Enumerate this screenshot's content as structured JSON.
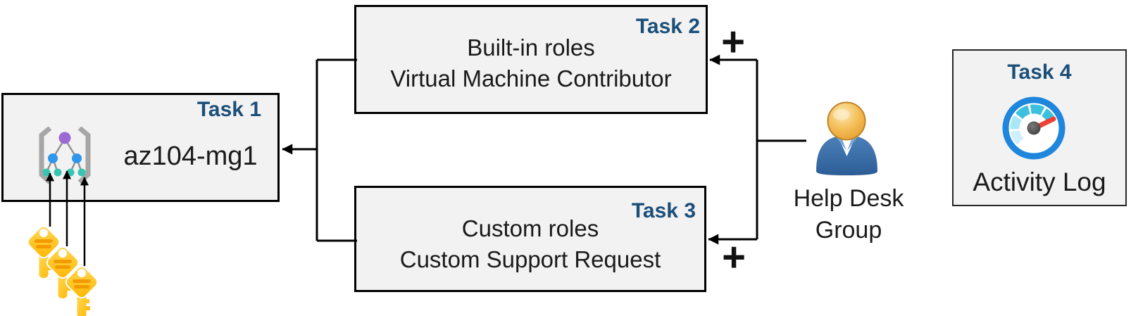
{
  "tasks": {
    "task1": {
      "badge": "Task 1",
      "title": "az104-mg1",
      "icon": "management-group-icon"
    },
    "task2": {
      "badge": "Task 2",
      "line1": "Built-in roles",
      "line2": "Virtual Machine Contributor"
    },
    "task3": {
      "badge": "Task 3",
      "line1": "Custom roles",
      "line2": "Custom Support Request"
    },
    "task4": {
      "badge": "Task 4",
      "caption": "Activity Log",
      "icon": "gauge-icon"
    }
  },
  "actor": {
    "line1": "Help Desk",
    "line2": "Group",
    "icon": "person-icon"
  },
  "annotations": {
    "plus": "+"
  },
  "icons": [
    "management-group-icon",
    "keys-icon",
    "person-icon",
    "gauge-icon",
    "plus-icon",
    "arrowhead-icon"
  ],
  "colors": {
    "task-badge": "#1B4E79",
    "box-fill": "#F2F2F2",
    "box-border": "#000000",
    "text": "#1A1A1A",
    "plus": "#111111",
    "connector": "#000000",
    "key-gold": "#FFC61E",
    "key-stripe": "#F29B00",
    "person-body": "#3A6EA5",
    "person-head": "#EAA93C",
    "gauge-ring": "#1E86DC",
    "gauge-arc-strong": "#3CC0DE",
    "gauge-arc-light": "#A8E6F8",
    "gauge-arc-lightest": "#CFEFFC",
    "gauge-needle": "#EE4036",
    "gauge-hub": "#4C4C4C",
    "mg-purple": "#9B6BD3",
    "mg-blue": "#2E96EC",
    "mg-teal": "#37C5B1",
    "mg-bracket": "#A6A6A6"
  }
}
